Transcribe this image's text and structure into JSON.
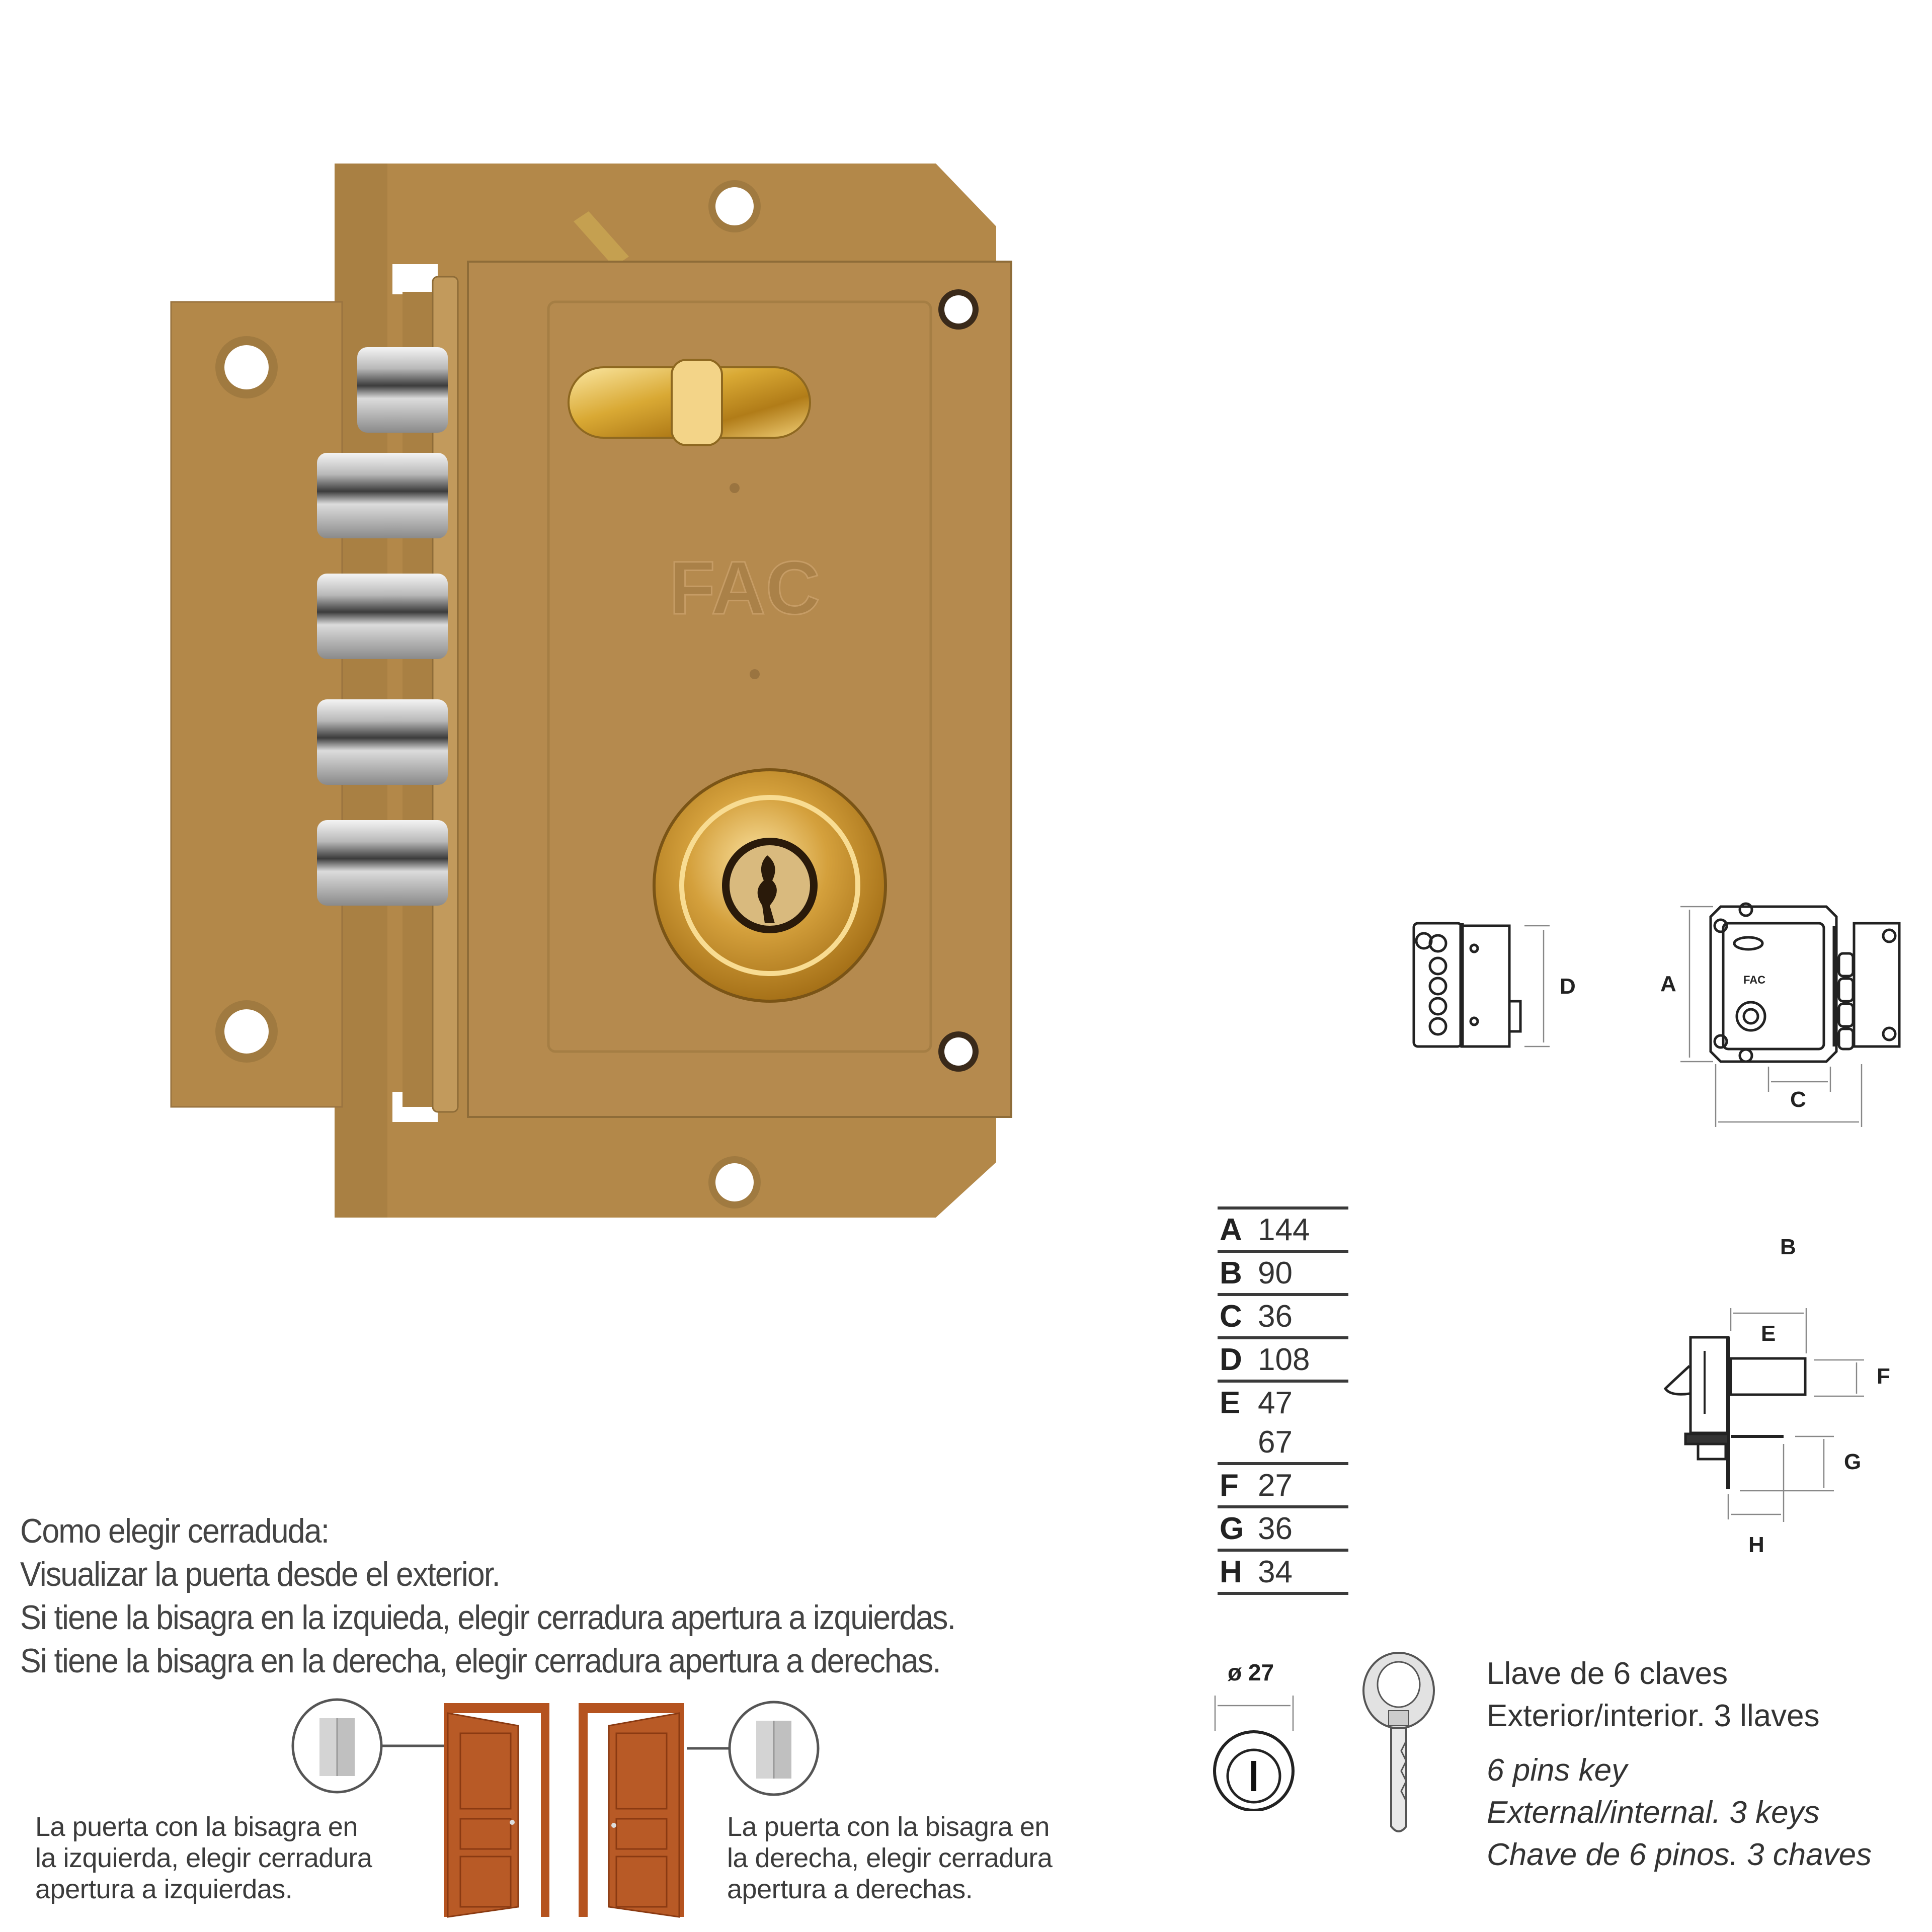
{
  "product": {
    "brand_logo": "FAC",
    "colors": {
      "lock_body": "#B58A4E",
      "lock_body_shadow": "#9C7440",
      "lock_body_highlight": "#C99E62",
      "brass": "#D9A934",
      "chrome": "#C8C8C8",
      "door_wood": "#B5531F",
      "drawing_line": "#222222"
    }
  },
  "diagrams": {
    "front_labels": {
      "a": "A",
      "b": "B",
      "c": "C",
      "d": "D"
    },
    "side_labels": {
      "e": "E",
      "f": "F",
      "g": "G",
      "h": "H"
    },
    "cylinder_diameter_label": "ø 27"
  },
  "spec_table": {
    "rows": [
      {
        "letter": "A",
        "values": [
          "144"
        ]
      },
      {
        "letter": "B",
        "values": [
          "90"
        ]
      },
      {
        "letter": "C",
        "values": [
          "36"
        ]
      },
      {
        "letter": "D",
        "values": [
          "108"
        ]
      },
      {
        "letter": "E",
        "values": [
          "47",
          "67"
        ]
      },
      {
        "letter": "F",
        "values": [
          "27"
        ]
      },
      {
        "letter": "G",
        "values": [
          "36"
        ]
      },
      {
        "letter": "H",
        "values": [
          "34"
        ]
      }
    ]
  },
  "instructions": {
    "lines": [
      "Como elegir cerraduda:",
      "Visualizar la puerta desde el exterior.",
      "Si tiene la bisagra en la izquieda, elegir cerradura apertura a izquierdas.",
      "Si tiene la bisagra en la derecha, elegir cerradura apertura a derechas."
    ]
  },
  "doors": {
    "left_caption": [
      "La puerta con la bisagra en",
      "la izquierda, elegir cerradura",
      "apertura a izquierdas."
    ],
    "right_caption": [
      "La puerta con la bisagra en",
      "la derecha, elegir cerradura",
      "apertura a derechas."
    ]
  },
  "key_info": {
    "es_line1": "Llave de 6 claves",
    "es_line2": "Exterior/interior. 3 llaves",
    "en_line1": "6 pins key",
    "en_line2": "External/internal. 3 keys",
    "pt_line": "Chave de 6 pinos. 3 chaves"
  }
}
